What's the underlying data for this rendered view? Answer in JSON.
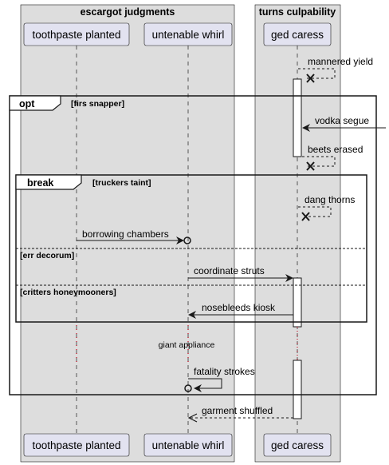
{
  "boxes": [
    {
      "title": "escargot judgments"
    },
    {
      "title": "turns culpability"
    }
  ],
  "participants": [
    {
      "label": "toothpaste planted"
    },
    {
      "label": "untenable whirl"
    },
    {
      "label": "ged caress"
    }
  ],
  "messages": [
    {
      "label": "mannered yield",
      "kind": "self-lost"
    },
    {
      "label": "vodka segue",
      "kind": "incoming"
    },
    {
      "label": "beets erased",
      "kind": "self-lost"
    },
    {
      "label": "dang thorns",
      "kind": "self-lost"
    },
    {
      "label": "borrowing chambers",
      "kind": "circle-end"
    },
    {
      "label": "coordinate struts",
      "kind": "sync"
    },
    {
      "label": "nosebleeds kiosk",
      "kind": "sync"
    },
    {
      "label": "fatality strokes",
      "kind": "self-circle"
    },
    {
      "label": "garment shuffled",
      "kind": "reply"
    }
  ],
  "fragments": {
    "opt": {
      "keyword": "opt",
      "guard": "[firs snapper]"
    },
    "break": {
      "keyword": "break",
      "guard": "[truckers taint]",
      "sections": [
        {
          "guard": "[err decorum]"
        },
        {
          "guard": "[critters honeymooners]"
        }
      ]
    }
  },
  "divider": {
    "label": "giant appliance"
  },
  "colors": {
    "box_fill": "#dddddd",
    "participant_fill": "#e2e2f0",
    "line": "#181818",
    "lifeline": "#555555"
  }
}
